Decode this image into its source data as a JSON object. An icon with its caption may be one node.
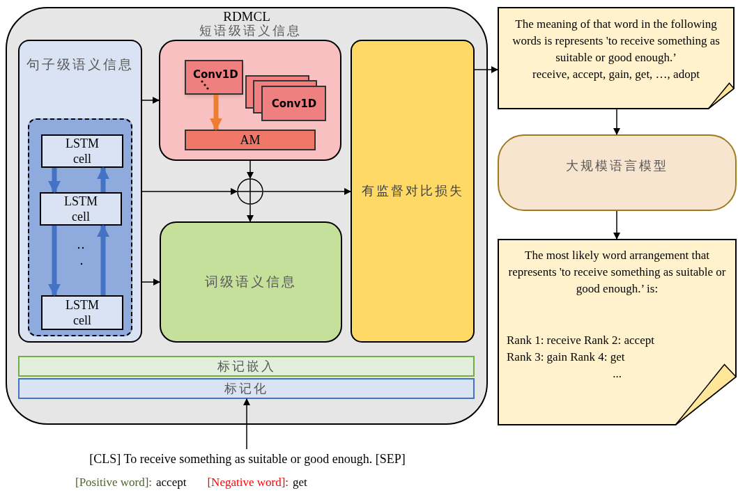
{
  "diagram": {
    "nodes": [
      {
        "text": [
          "RDMCL"
        ]
      },
      {
        "text": [
          "句子级语义信息"
        ],
        "in": 0
      },
      {
        "text": [],
        "shape": "box",
        "in": 1
      },
      {
        "text": [
          "LSTM cell"
        ],
        "in": 2
      },
      {
        "text": [
          "LSTM cell"
        ],
        "in": 2
      },
      {
        "text": [
          "LSTM cell"
        ],
        "in": 2
      },
      {
        "text": [
          "短语级语义信息"
        ],
        "in": 0
      },
      {
        "text": [
          "Conv1D"
        ],
        "in": 6
      },
      {
        "text": [
          "Conv1D"
        ],
        "in": 6
      },
      {
        "text": [
          "AM"
        ],
        "in": 6
      },
      {
        "text": [
          "词级语义信息"
        ],
        "in": 0
      },
      {
        "text": [
          "有监督对比损失"
        ],
        "in": 0
      },
      {
        "text": [
          "标记嵌入"
        ],
        "in": 0
      },
      {
        "text": [
          "标记化"
        ],
        "in": 0
      },
      {
        "text": [],
        "shape": "circle",
        "in": 0
      },
      {
        "text": [
          "[CLS] To receive something as suitable or good enough. [SEP]"
        ]
      },
      {
        "text": [
          "The meaning of that word in the following words is represents 'to receive something as suitable or good enough.’",
          "receive, accept, gain, get, …, adopt"
        ]
      },
      {
        "text": [
          "大规模语言模型"
        ]
      },
      {
        "text": [
          "The most likely word arrangement that represents 'to receive something as suitable or good enough.’ is:",
          "Rank 1: receive Rank 2: accept",
          "Rank 3: gain Rank 4: get",
          "..."
        ]
      }
    ],
    "edges": [
      {
        "from": 1,
        "to": 6,
        "arrow": "to"
      },
      {
        "from": 6,
        "to": 14,
        "arrow": "to"
      },
      {
        "from": 1,
        "to": 14,
        "arrow": "to"
      },
      {
        "from": 14,
        "to": 10,
        "arrow": "to"
      },
      {
        "from": 14,
        "to": 11,
        "arrow": "to"
      },
      {
        "from": 1,
        "to": 10,
        "arrow": "to"
      },
      {
        "from": 15,
        "to": 13,
        "arrow": "to"
      },
      {
        "from": 11,
        "to": 16,
        "arrow": "to"
      },
      {
        "from": 16,
        "to": 17,
        "arrow": "to"
      },
      {
        "from": 17,
        "to": 18,
        "arrow": "to"
      },
      {
        "from": 7,
        "to": 9,
        "arrow": "to",
        "style": "thick",
        "color": "#ed7d31"
      },
      {
        "from": 3,
        "to": 4,
        "arrow": "to",
        "style": "thick",
        "color": "#4472c4"
      },
      {
        "from": 4,
        "to": 3,
        "arrow": "to",
        "style": "thick",
        "color": "#4472c4"
      },
      {
        "from": 4,
        "to": 5,
        "arrow": "to",
        "style": "thick",
        "color": "#4472c4"
      },
      {
        "from": 5,
        "to": 4,
        "arrow": "to",
        "style": "thick",
        "color": "#4472c4"
      }
    ],
    "labels": [
      "[Positive word]:",
      "accept",
      "[Negative word]:",
      "get"
    ]
  }
}
